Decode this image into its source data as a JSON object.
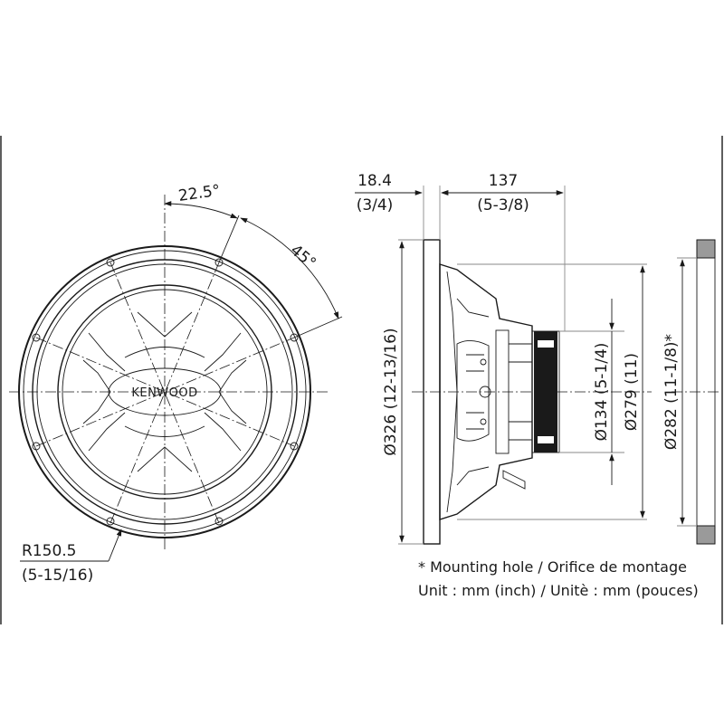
{
  "front_view": {
    "brand": "KENWOOD",
    "angle_small": "22.5°",
    "angle_large": "45°",
    "radius_mm": "R150.5",
    "radius_inch": "(5-15/16)"
  },
  "side_view": {
    "flange_depth_mm": "18.4",
    "flange_depth_inch": "(3/4)",
    "mount_depth_mm": "137",
    "mount_depth_inch": "(5-3/8)",
    "outer_diameter": "Ø326 (12-13/16)",
    "frame_diameter": "Ø279 (11)",
    "magnet_diameter": "Ø134 (5-1/4)"
  },
  "cutout": {
    "diameter": "Ø282 (11-1/8)*"
  },
  "notes": {
    "mounting_hole": "* Mounting hole / Orifice de montage",
    "unit": "Unit : mm (inch) / Unitè : mm (pouces)"
  }
}
